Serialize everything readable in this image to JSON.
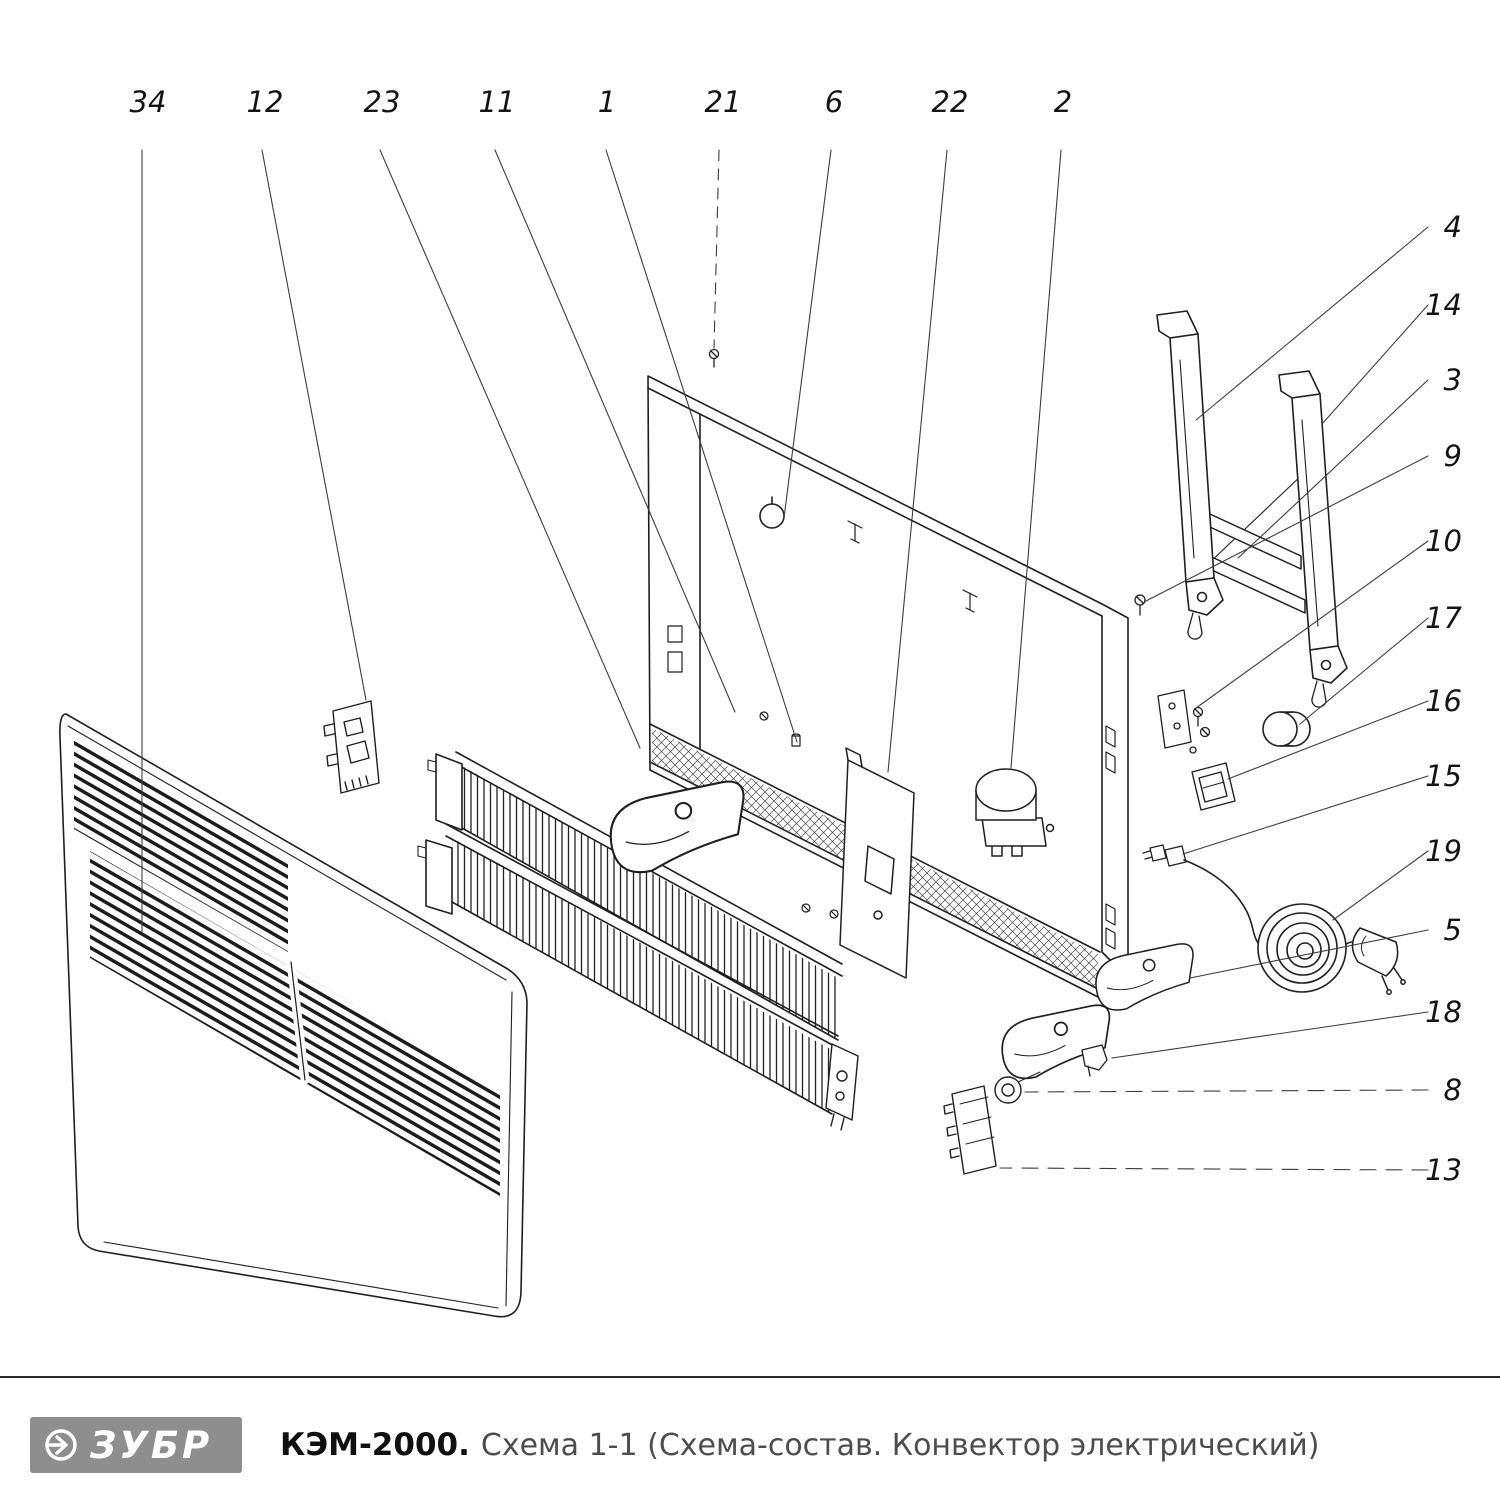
{
  "drawing": {
    "callouts_top": [
      "34",
      "12",
      "23",
      "11",
      "1",
      "21",
      "6",
      "22",
      "2"
    ],
    "callouts_right": [
      "4",
      "14",
      "3",
      "9",
      "10",
      "17",
      "16",
      "15",
      "19",
      "5",
      "18",
      "8",
      "13"
    ]
  },
  "title_block": {
    "logo_text": "ЗУБР",
    "model": "КЭМ-2000.",
    "subtitle": "Схема 1-1 (Схема-состав. Конвектор электрический)"
  }
}
